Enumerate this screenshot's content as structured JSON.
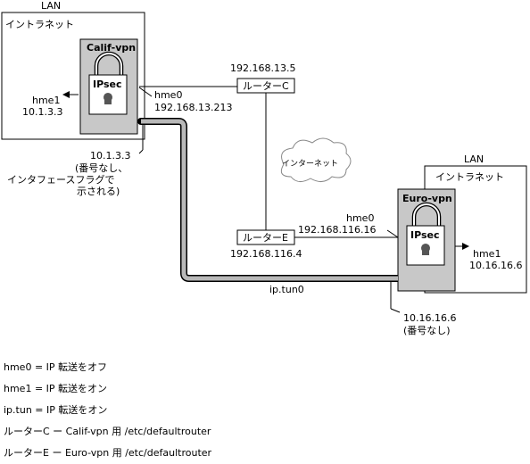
{
  "left_site": {
    "lan_label": "LAN",
    "intranet_label": "イントラネット",
    "system_name": "Calif-vpn",
    "ipsec_label": "IPsec",
    "hme1_name": "hme1",
    "hme1_ip": "10.1.3.3",
    "hme0_name": "hme0",
    "hme0_ip": "192.168.13.213",
    "tunnel_ip": "10.1.3.3",
    "tunnel_note_1": "(番号なし、",
    "tunnel_note_2": "インタフェースフラグで",
    "tunnel_note_3": "示される)"
  },
  "router_c": {
    "label": "ルーターC",
    "ip": "192.168.13.5"
  },
  "router_e": {
    "label": "ルーターE",
    "ip": "192.168.116.4"
  },
  "internet_label": "インターネット",
  "right_site": {
    "lan_label": "LAN",
    "intranet_label": "イントラネット",
    "system_name": "Euro-vpn",
    "ipsec_label": "IPsec",
    "hme0_name": "hme0",
    "hme0_ip": "192.168.116.16",
    "hme1_name": "hme1",
    "hme1_ip": "10.16.16.6",
    "tunnel_ip": "10.16.16.6",
    "tunnel_note": "(番号なし)"
  },
  "tunnel_label": "ip.tun0",
  "legend": [
    "hme0 = IP 転送をオフ",
    "hme1 = IP 転送をオン",
    "ip.tun = IP 転送をオン",
    "ルーターC ー Calif-vpn 用 /etc/defaultrouter",
    "ルーターE ー Euro-vpn 用 /etc/defaultrouter"
  ]
}
